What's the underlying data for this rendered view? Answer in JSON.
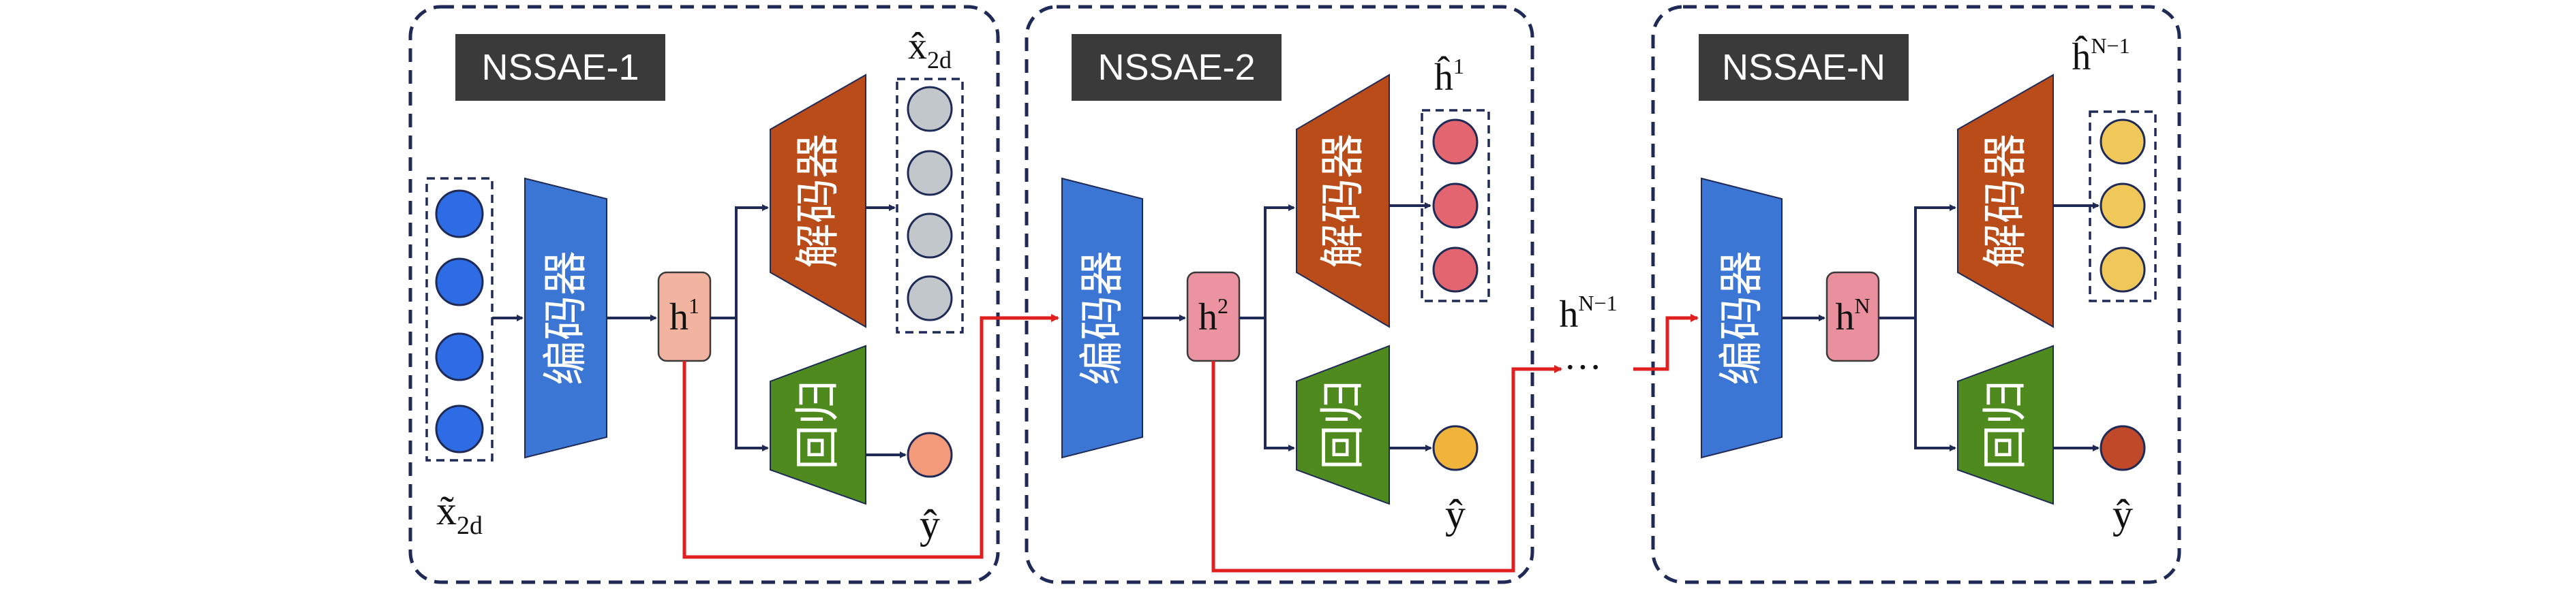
{
  "modules": [
    {
      "title": "NSSAE-1",
      "encoder": "编码器",
      "decoder": "解码器",
      "regressor": "回归",
      "hidden": "h",
      "hidden_sup": "1",
      "recon_label": "x̂",
      "recon_sub": "2d",
      "pred_label": "ŷ"
    },
    {
      "title": "NSSAE-2",
      "encoder": "编码器",
      "decoder": "解码器",
      "regressor": "回归",
      "hidden": "h",
      "hidden_sup": "2",
      "recon_label": "ĥ",
      "recon_sup": "1",
      "pred_label": "ŷ"
    },
    {
      "title": "NSSAE-N",
      "encoder": "编码器",
      "decoder": "解码器",
      "regressor": "回归",
      "hidden": "h",
      "hidden_sup": "N",
      "recon_label": "ĥ",
      "recon_sup": "N−1",
      "pred_label": "ŷ"
    }
  ],
  "input": {
    "label": "x̃",
    "sub": "2d"
  },
  "gap": {
    "label": "h",
    "sup": "N−1",
    "ellipsis": "···"
  },
  "colors": {
    "encoder": "#3c76d4",
    "decoder": "#b94c18",
    "regressor": "#4e8a1e",
    "frame": "#1f2a57",
    "arrow": "#1f2a57",
    "red_path": "#e01f1f",
    "title_bg": "#3a3a3a",
    "input_node": "#2e6ce6",
    "recon_node_1": "#c1c7cb",
    "recon_node_2": "#e2656f",
    "recon_node_3": "#f0c85a",
    "hidden_1": "#f2b3a0",
    "hidden_2": "#eb93a1",
    "hidden_3": "#ea8f9e",
    "pred_1": "#f29a7a",
    "pred_2": "#f0b43a",
    "pred_3": "#c0492a"
  }
}
